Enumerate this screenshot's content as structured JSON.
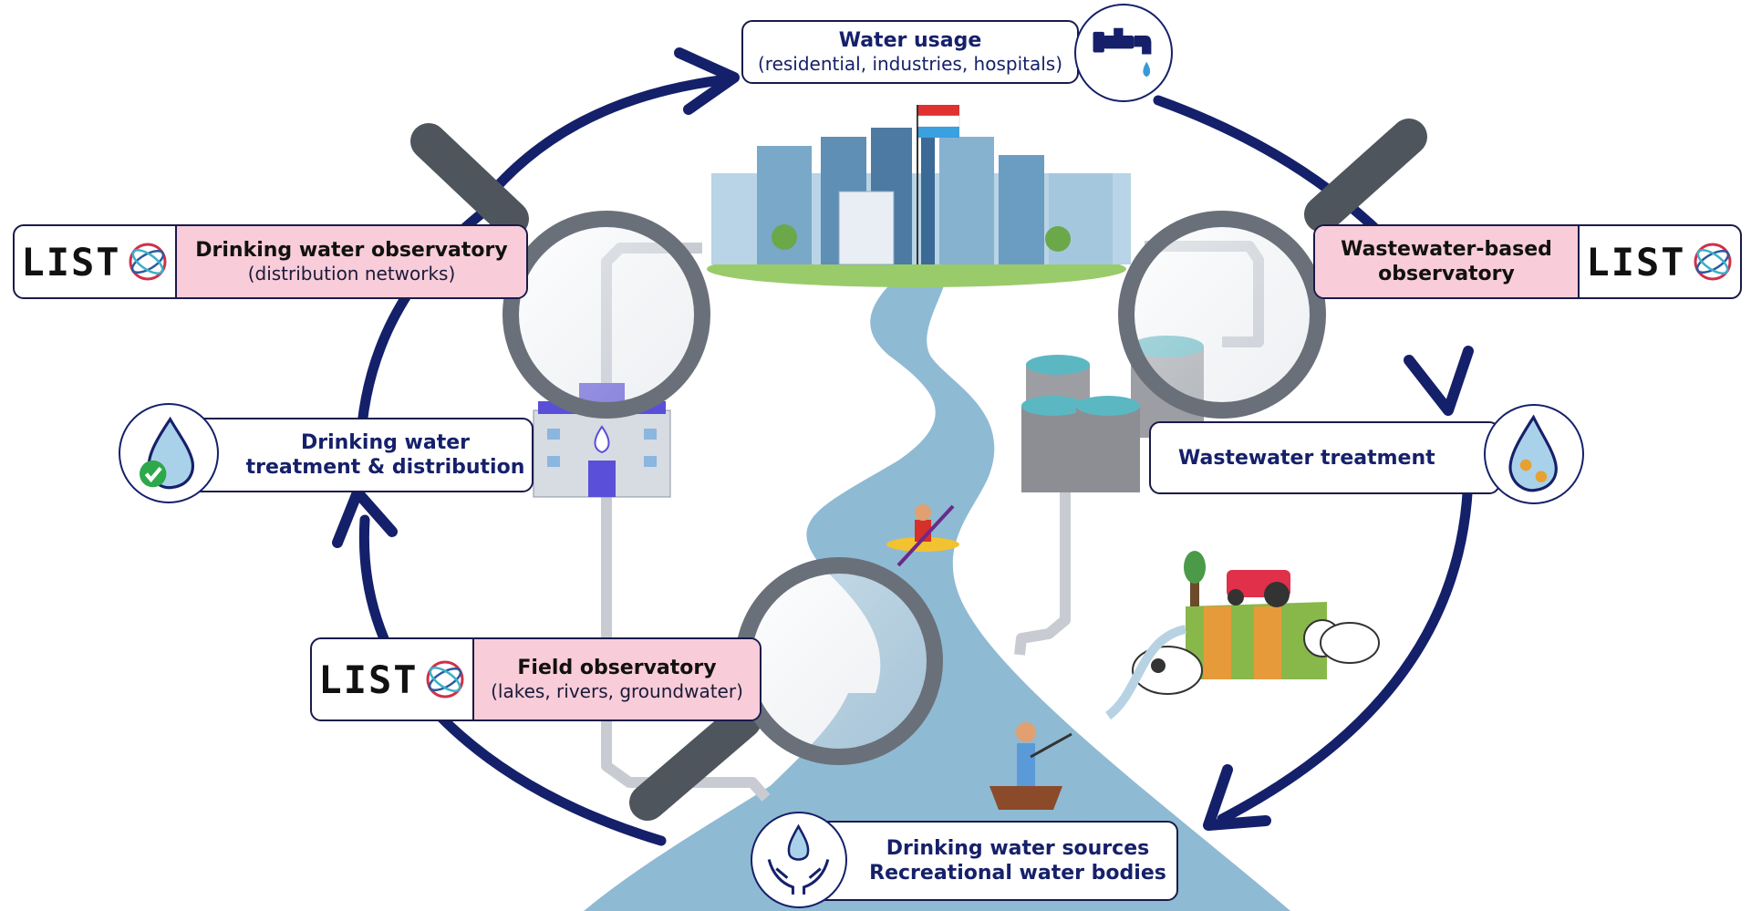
{
  "water_usage": {
    "title": "Water usage",
    "subtitle": "(residential, industries, hospitals)"
  },
  "drinking_observatory": {
    "logo": "LIST",
    "title": "Drinking water observatory",
    "subtitle": "(distribution networks)"
  },
  "wastewater_observatory": {
    "logo": "LIST",
    "title_line1": "Wastewater-based",
    "title_line2": "observatory"
  },
  "drinking_treatment": {
    "line1": "Drinking water",
    "line2": "treatment & distribution"
  },
  "wastewater_treatment": {
    "label": "Wastewater treatment"
  },
  "field_observatory": {
    "logo": "LIST",
    "title": "Field observatory",
    "subtitle": "(lakes, rivers, groundwater)"
  },
  "sources": {
    "line1": "Drinking water sources",
    "line2": "Recreational water bodies"
  },
  "icons": [
    "water-tap-icon",
    "water-drop-check-icon",
    "wastewater-drop-icon",
    "hands-water-icon",
    "list-logo-icon",
    "magnifier-icon",
    "city-icon",
    "treatment-plant-icon",
    "water-tanks-icon",
    "farm-icon",
    "cow-icon",
    "kayak-icon",
    "fisher-icon"
  ],
  "colors": {
    "cycle": "#14206a",
    "river": "#8fbad3",
    "pink": "#f8ccd8",
    "pipe": "#c8ccd2"
  }
}
